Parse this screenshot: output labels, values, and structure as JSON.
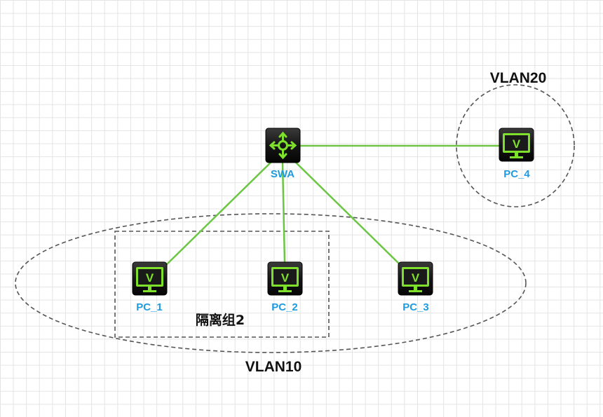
{
  "diagram": {
    "switch": {
      "label": "SWA",
      "icon": "router-switch-icon"
    },
    "pcs": [
      {
        "label": "PC_1",
        "icon": "monitor-icon",
        "glyph": "V"
      },
      {
        "label": "PC_2",
        "icon": "monitor-icon",
        "glyph": "V"
      },
      {
        "label": "PC_3",
        "icon": "monitor-icon",
        "glyph": "V"
      },
      {
        "label": "PC_4",
        "icon": "monitor-icon",
        "glyph": "V"
      }
    ],
    "zones": {
      "vlan10": "VLAN10",
      "vlan20": "VLAN20",
      "isolation_group": "隔离组2"
    },
    "colors": {
      "link": "#6cc644",
      "device_body": "#1c1c1c",
      "device_accent": "#7ee02a",
      "label": "#1e9be0",
      "boundary": "#555555"
    }
  }
}
